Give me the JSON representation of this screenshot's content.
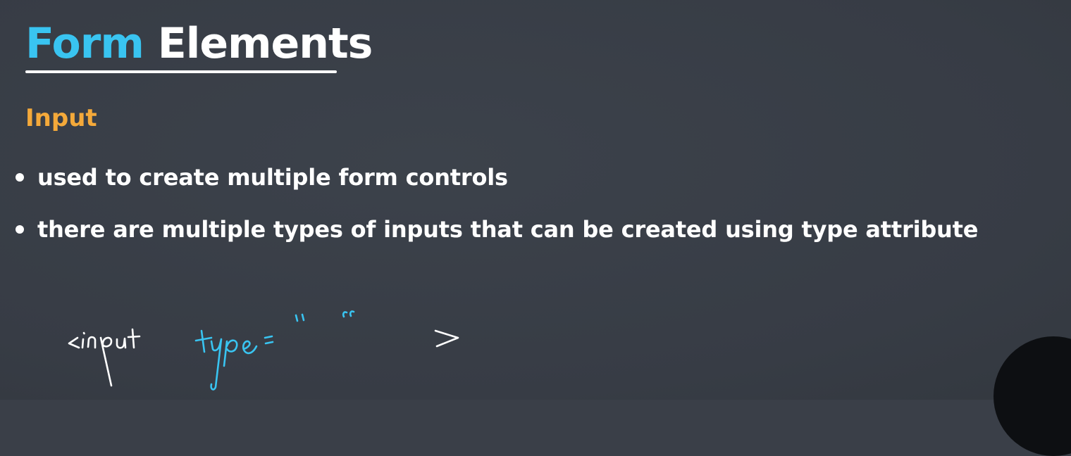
{
  "title": {
    "word1": "Form",
    "word2": "Elements"
  },
  "subheading": "Input",
  "bullets": [
    "used to create multiple form controls",
    "there are multiple types of inputs that can be created using type attribute"
  ],
  "colors": {
    "background": "#3a3f48",
    "title_accent": "#39c4f1",
    "title_text": "#ffffff",
    "subheading": "#f4a93a",
    "body_text": "#ffffff",
    "handwriting_white": "#ffffff",
    "handwriting_blue": "#39c4f1"
  },
  "annotation": {
    "tag": "<input",
    "attribute": "type",
    "close": ">"
  }
}
